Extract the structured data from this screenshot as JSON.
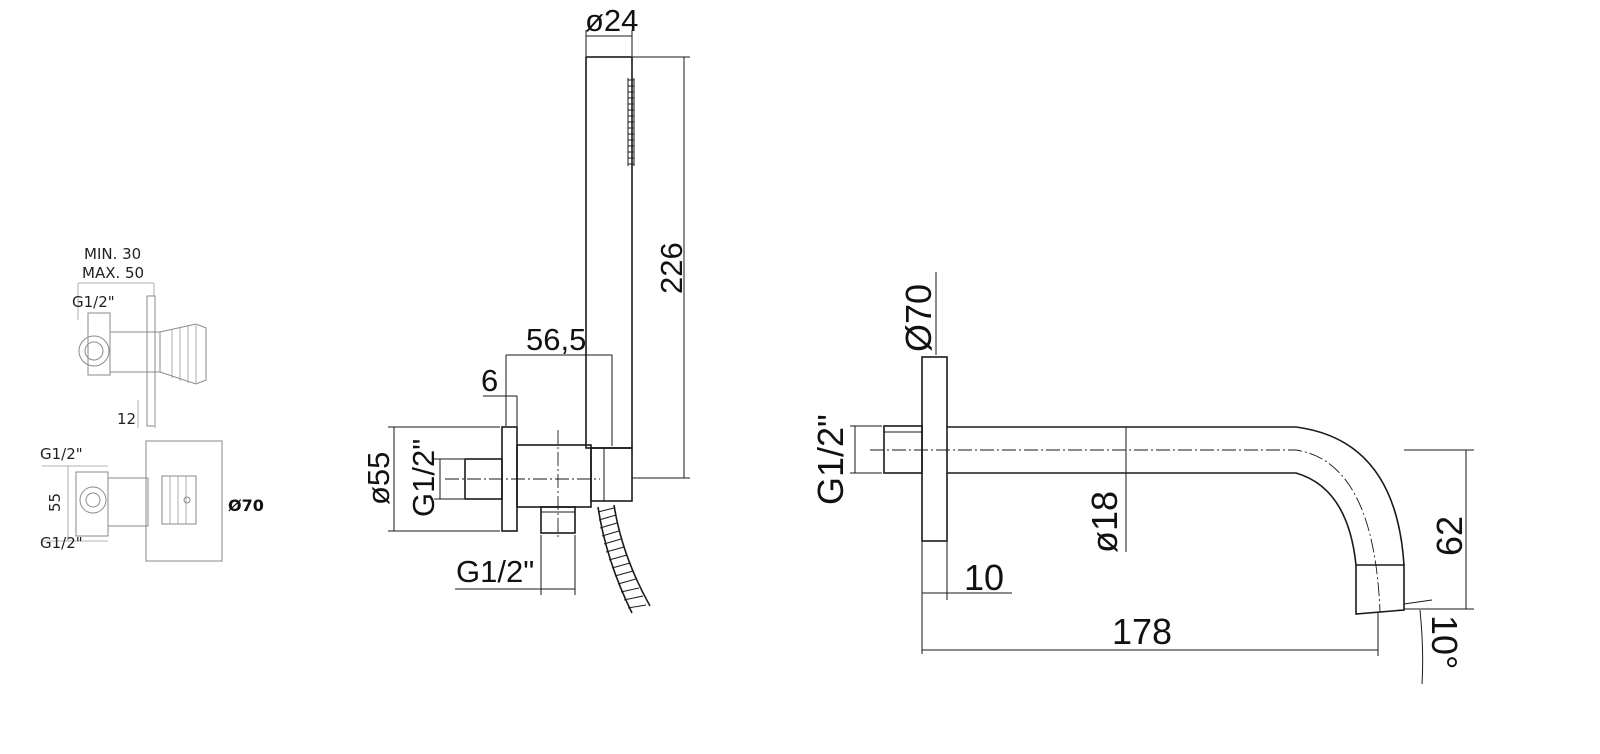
{
  "small_views": {
    "min_label": "MIN. 30",
    "max_label": "MAX. 50",
    "g_top": "G1/2\"",
    "dim_12": "12",
    "g_bottom_upper": "G1/2\"",
    "dim_55": "55",
    "g_bottom_lower": "G1/2\"",
    "dim_phi70": "Ø70"
  },
  "hand_shower": {
    "dim_phi24": "ø24",
    "dim_226": "226",
    "dim_56_5": "56,5",
    "dim_6": "6",
    "dim_phi55": "ø55",
    "dim_g_vertical": "G1/2\"",
    "dim_g_horizontal": "G1/2\""
  },
  "spout": {
    "dim_phi70": "Ø70",
    "dim_g": "G1/2\"",
    "dim_phi18": "ø18",
    "dim_10": "10",
    "dim_178": "178",
    "dim_62": "62",
    "dim_angle": "10°"
  }
}
